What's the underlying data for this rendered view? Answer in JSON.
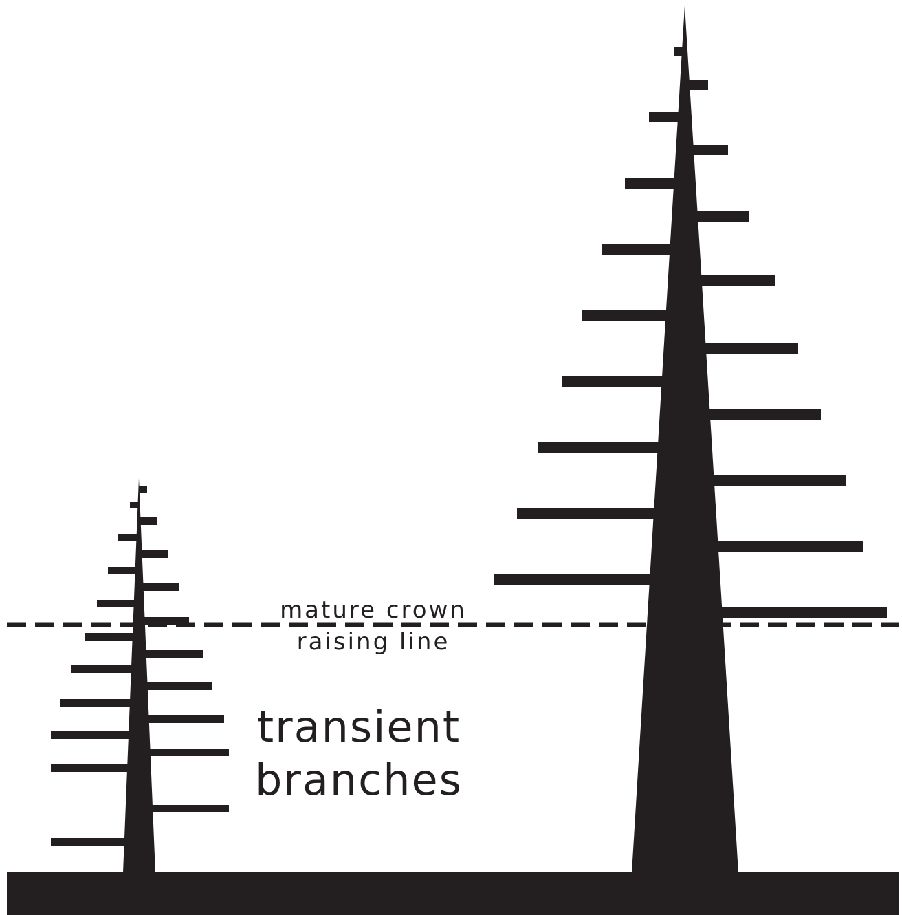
{
  "colors": {
    "ink": "#231f20",
    "background": "#ffffff"
  },
  "labels": {
    "crown_line_1": "mature crown",
    "crown_line_2": "raising line",
    "transient_1": "transient",
    "transient_2": "branches"
  }
}
